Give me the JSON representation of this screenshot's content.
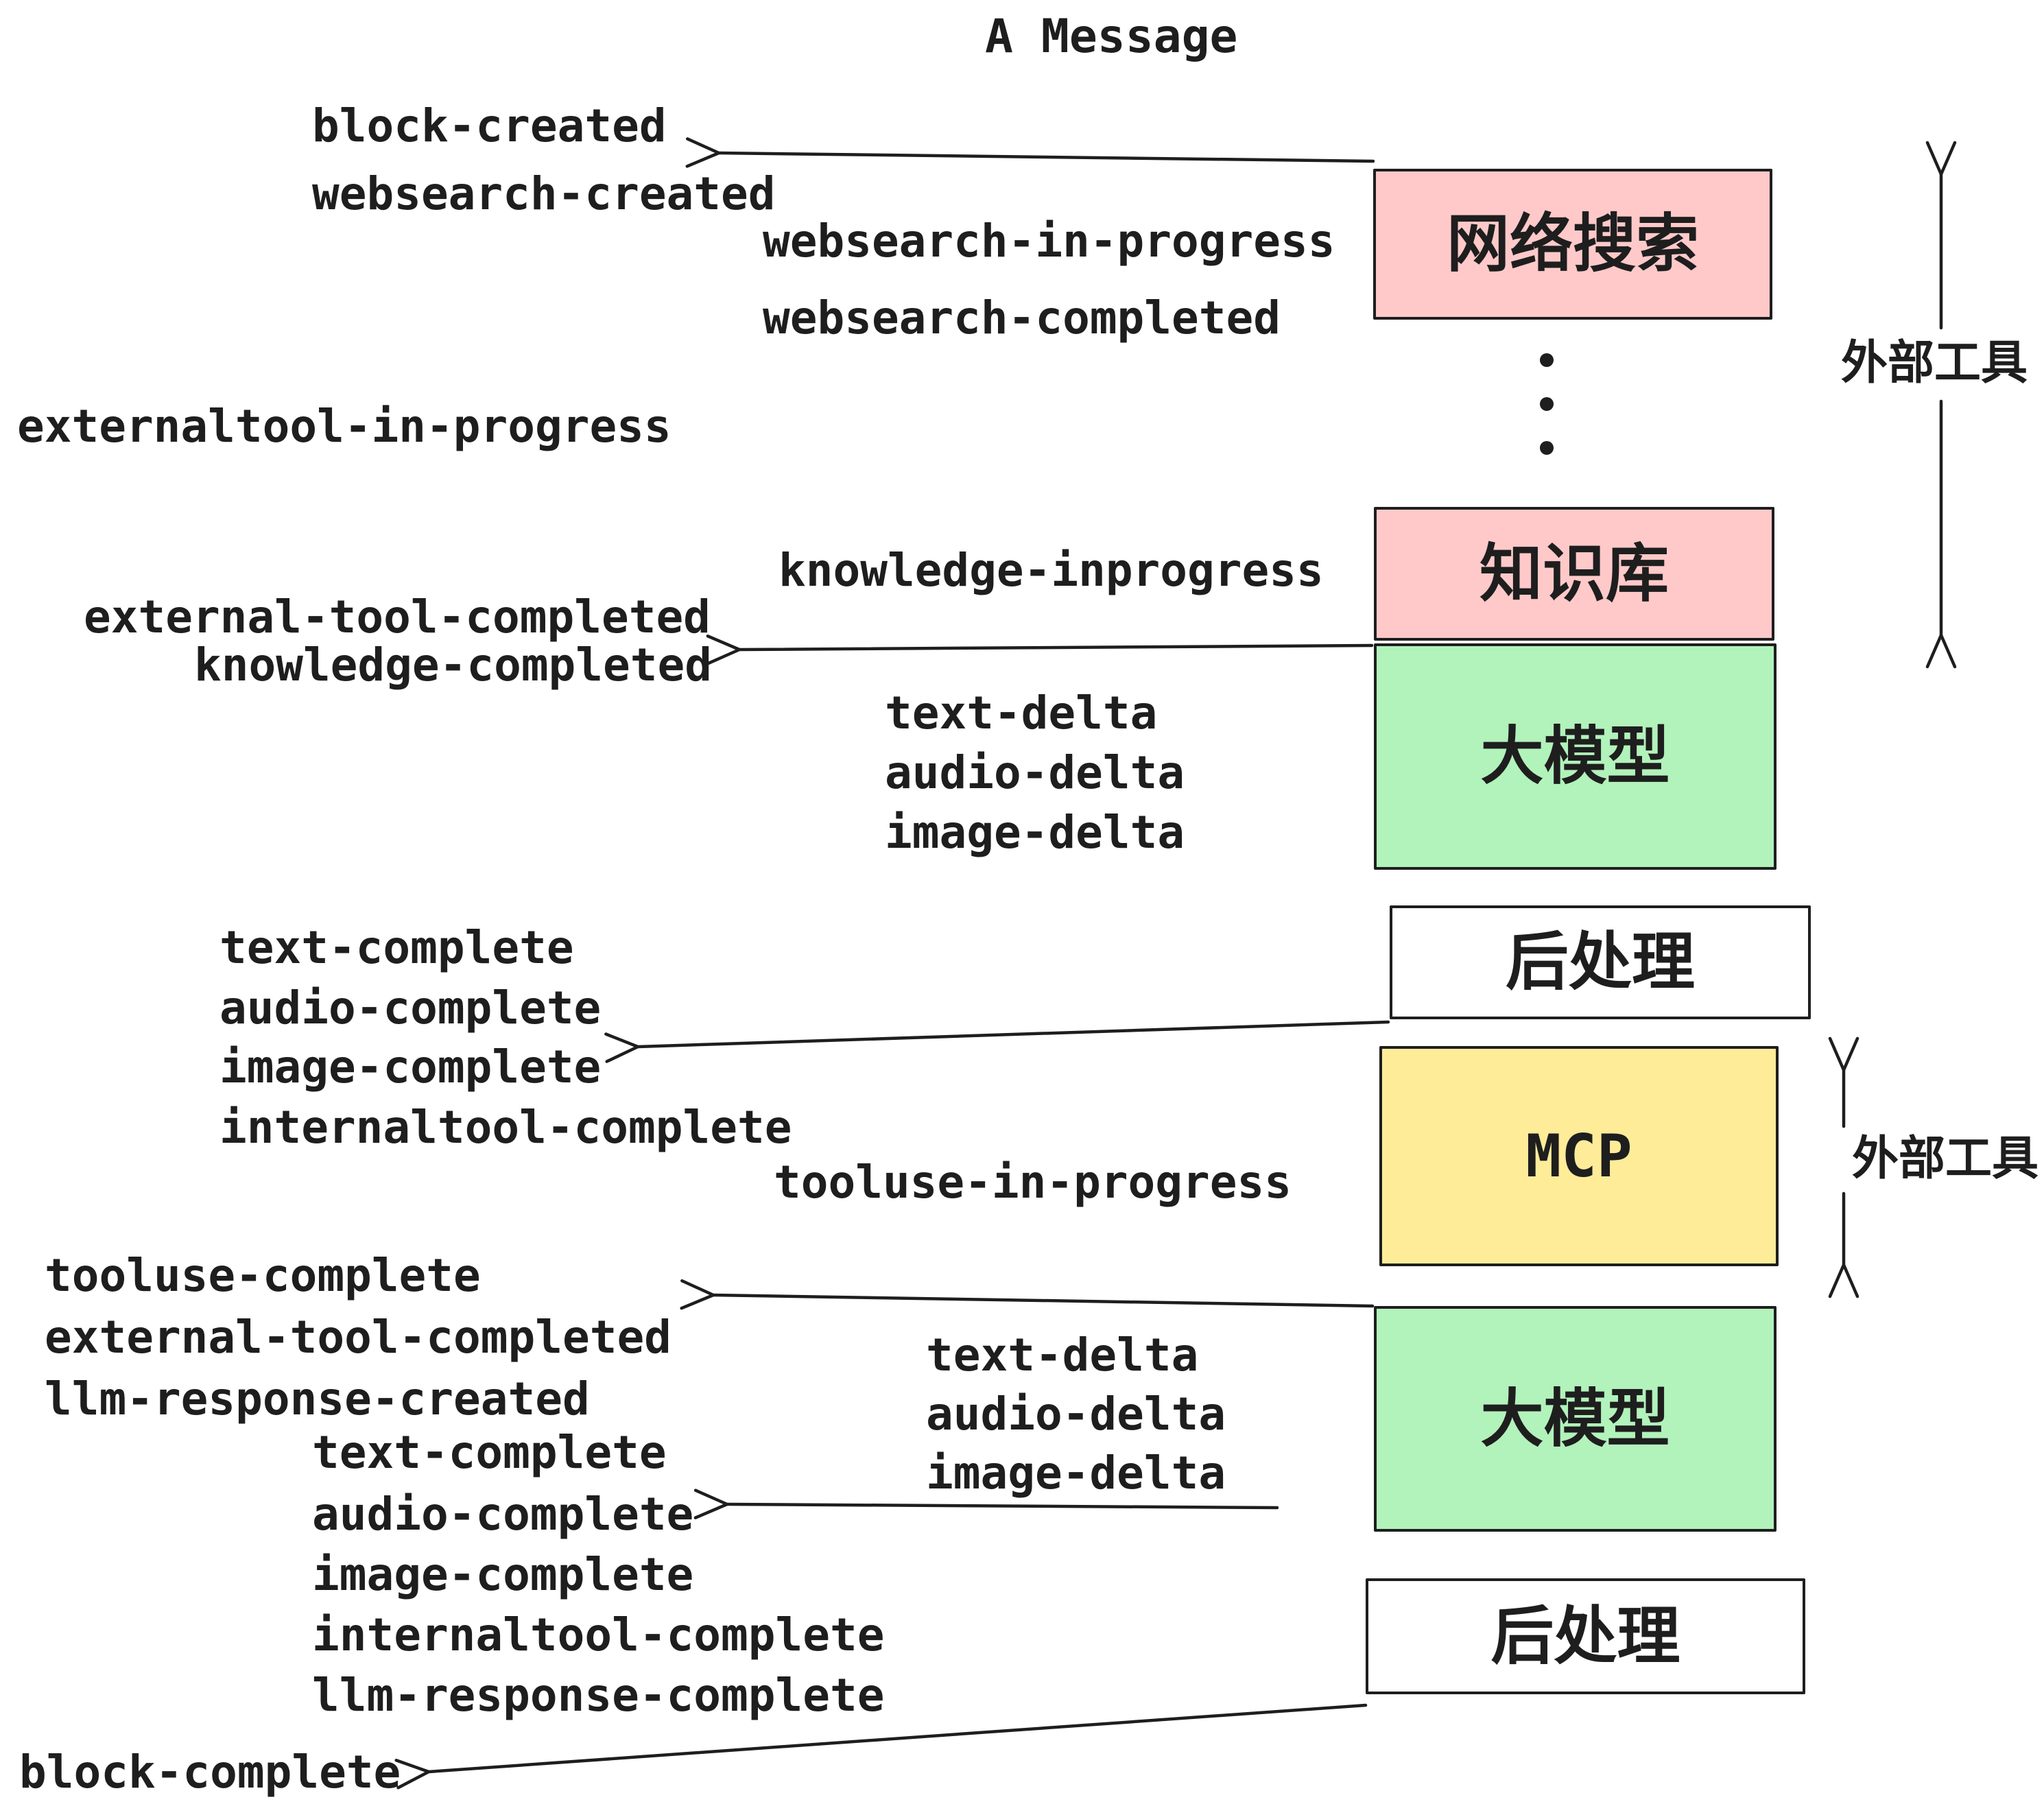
{
  "title": "A Message",
  "colors": {
    "ink": "#1e1e1e",
    "pink": "#ffc9c9",
    "green": "#b2f2bb",
    "yellow": "#ffec99",
    "white": "#ffffff",
    "background": "#ffffff"
  },
  "boxes": [
    {
      "id": "websearch",
      "label": "网络搜索",
      "color": "pink"
    },
    {
      "id": "knowledge",
      "label": "知识库",
      "color": "pink"
    },
    {
      "id": "llm-1",
      "label": "大模型",
      "color": "green"
    },
    {
      "id": "postprocess-1",
      "label": "后处理",
      "color": "white"
    },
    {
      "id": "mcp",
      "label": "MCP",
      "color": "yellow"
    },
    {
      "id": "llm-2",
      "label": "大模型",
      "color": "green"
    },
    {
      "id": "postprocess-2",
      "label": "后处理",
      "color": "white"
    }
  ],
  "side_labels": [
    {
      "text": "外部工具"
    },
    {
      "text": "外部工具"
    }
  ],
  "events": [
    {
      "text": "block-created"
    },
    {
      "text": "websearch-created"
    },
    {
      "text": "websearch-in-progress"
    },
    {
      "text": "websearch-completed"
    },
    {
      "text": "externaltool-in-progress"
    },
    {
      "text": "knowledge-inprogress"
    },
    {
      "text": "external-tool-completed"
    },
    {
      "text": "knowledge-completed"
    },
    {
      "text": "text-delta"
    },
    {
      "text": "audio-delta"
    },
    {
      "text": "image-delta"
    },
    {
      "text": "text-complete"
    },
    {
      "text": "audio-complete"
    },
    {
      "text": "image-complete"
    },
    {
      "text": "internaltool-complete"
    },
    {
      "text": "tooluse-in-progress"
    },
    {
      "text": "tooluse-complete"
    },
    {
      "text": "external-tool-completed"
    },
    {
      "text": "llm-response-created"
    },
    {
      "text": "text-complete"
    },
    {
      "text": "audio-complete"
    },
    {
      "text": "image-complete"
    },
    {
      "text": "internaltool-complete"
    },
    {
      "text": "llm-response-complete"
    },
    {
      "text": "text-delta"
    },
    {
      "text": "audio-delta"
    },
    {
      "text": "image-delta"
    },
    {
      "text": "block-complete"
    }
  ]
}
